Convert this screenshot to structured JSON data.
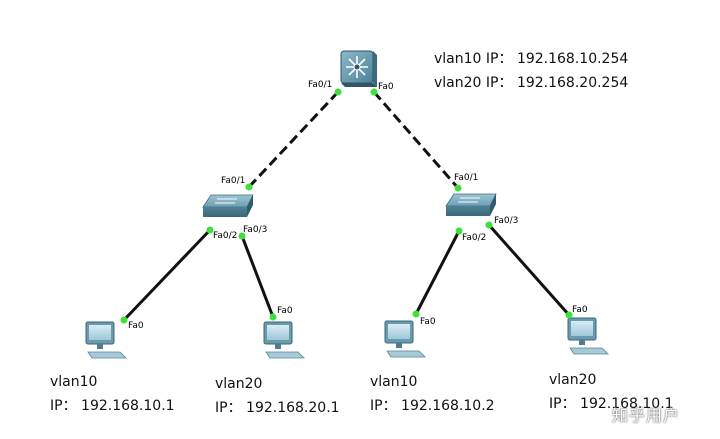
{
  "router": {
    "ports": {
      "left": "Fa0/1",
      "right": "Fa0"
    },
    "info": [
      {
        "vlan": "vlan10",
        "ip_label": "IP：",
        "ip": "192.168.10.254"
      },
      {
        "vlan": "vlan20",
        "ip_label": "IP：",
        "ip": "192.168.20.254"
      }
    ]
  },
  "switches": [
    {
      "uplink": "Fa0/1",
      "down_left": "Fa0/2",
      "down_right": "Fa0/3"
    },
    {
      "uplink": "Fa0/1",
      "down_left": "Fa0/2",
      "down_right": "Fa0/3"
    }
  ],
  "pcs": [
    {
      "port": "Fa0",
      "vlan": "vlan10",
      "ip_label": "IP：",
      "ip": "192.168.10.1"
    },
    {
      "port": "Fa0",
      "vlan": "vlan20",
      "ip_label": "IP：",
      "ip": "192.168.20.1"
    },
    {
      "port": "Fa0",
      "vlan": "vlan10",
      "ip_label": "IP：",
      "ip": "192.168.10.2"
    },
    {
      "port": "Fa0",
      "vlan": "vlan20",
      "ip_label": "IP：",
      "ip": "192.168.10.1"
    }
  ],
  "watermark": "知乎用户",
  "colors": {
    "link": "#111111",
    "port_dot": "#3ce03c",
    "device": "#5a8aa0"
  }
}
